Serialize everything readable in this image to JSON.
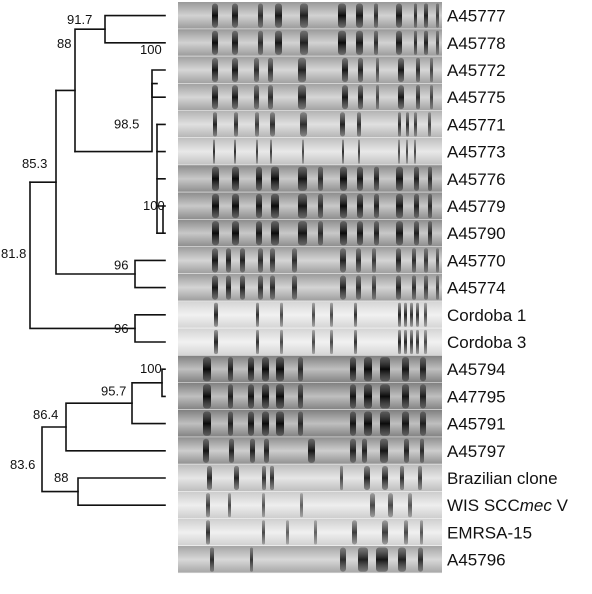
{
  "isolates": [
    {
      "label": "A45777",
      "gel": 0
    },
    {
      "label": "A45778",
      "gel": 0
    },
    {
      "label": "A45772",
      "gel": 1
    },
    {
      "label": "A45775",
      "gel": 1
    },
    {
      "label": "A45771",
      "gel": 2
    },
    {
      "label": "A45773",
      "gel": 3
    },
    {
      "label": "A45776",
      "gel": 4
    },
    {
      "label": "A45779",
      "gel": 4
    },
    {
      "label": "A45790",
      "gel": 4
    },
    {
      "label": "A45770",
      "gel": 5
    },
    {
      "label": "A45774",
      "gel": 5
    },
    {
      "label": "Cordoba 1",
      "gel": 6
    },
    {
      "label": "Cordoba 3",
      "gel": 6
    },
    {
      "label": "A45794",
      "gel": 7
    },
    {
      "label": "A47795",
      "gel": 7
    },
    {
      "label": "A45791",
      "gel": 7
    },
    {
      "label": "A45797",
      "gel": 8
    },
    {
      "label": "Brazilian clone",
      "gel": 9
    },
    {
      "label": "WIS SCC",
      "label_italic": "mec",
      "label_tail": " V",
      "gel": 10
    },
    {
      "label": "EMRSA-15",
      "gel": 11
    },
    {
      "label": "A45796",
      "gel": 12
    }
  ],
  "bootstrap": [
    {
      "value": "91.7"
    },
    {
      "value": "88"
    },
    {
      "value": "100"
    },
    {
      "value": "98.5"
    },
    {
      "value": "85.3"
    },
    {
      "value": "100"
    },
    {
      "value": "81.8"
    },
    {
      "value": "96"
    },
    {
      "value": "96"
    },
    {
      "value": "100"
    },
    {
      "value": "95.7"
    },
    {
      "value": "86.4"
    },
    {
      "value": "83.6"
    },
    {
      "value": "88"
    }
  ]
}
